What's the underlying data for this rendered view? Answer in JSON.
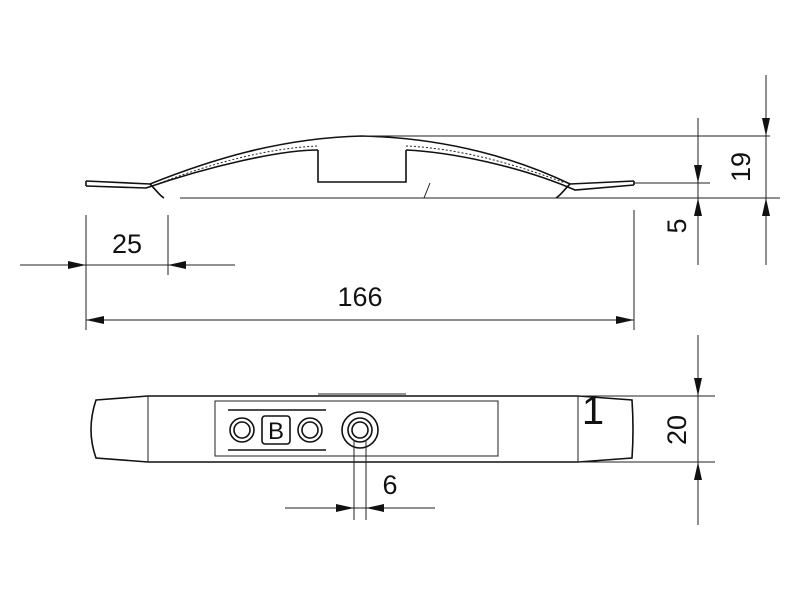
{
  "drawing": {
    "dimensions": {
      "height_side": "19",
      "leg_height": "5",
      "end_length": "25",
      "total_length": "166",
      "width_top": "20",
      "hole_diameter": "6"
    },
    "position_number": "1",
    "logo": {
      "letters": "OBO"
    }
  }
}
